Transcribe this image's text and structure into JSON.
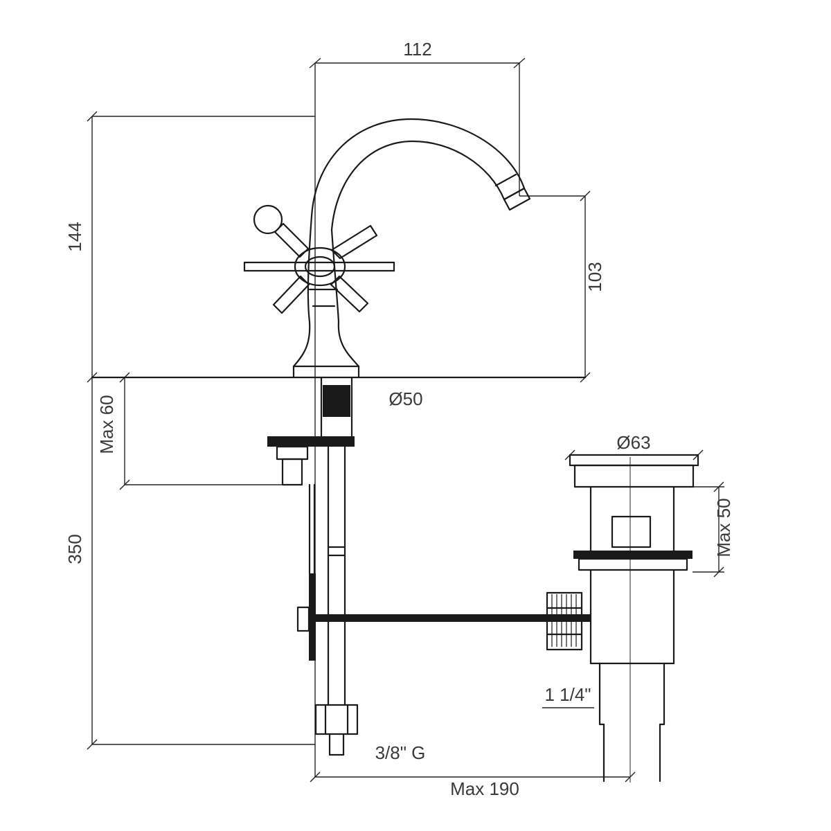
{
  "diagram": {
    "type": "technical-dimension-drawing",
    "subject": "basin mixer tap with pop-up waste",
    "line_color": "#1a1a1a",
    "background": "#ffffff",
    "labels": {
      "spout_width": "112",
      "body_height": "144",
      "spout_height": "103",
      "deck_max": "Max 60",
      "depth_below": "350",
      "base_diameter": "Ø50",
      "waste_diameter": "Ø63",
      "waste_deck_max": "Max 50",
      "tailpiece_size": "1 1/4\"",
      "supply_thread": "3/8\" G",
      "rod_reach": "Max 190"
    }
  }
}
